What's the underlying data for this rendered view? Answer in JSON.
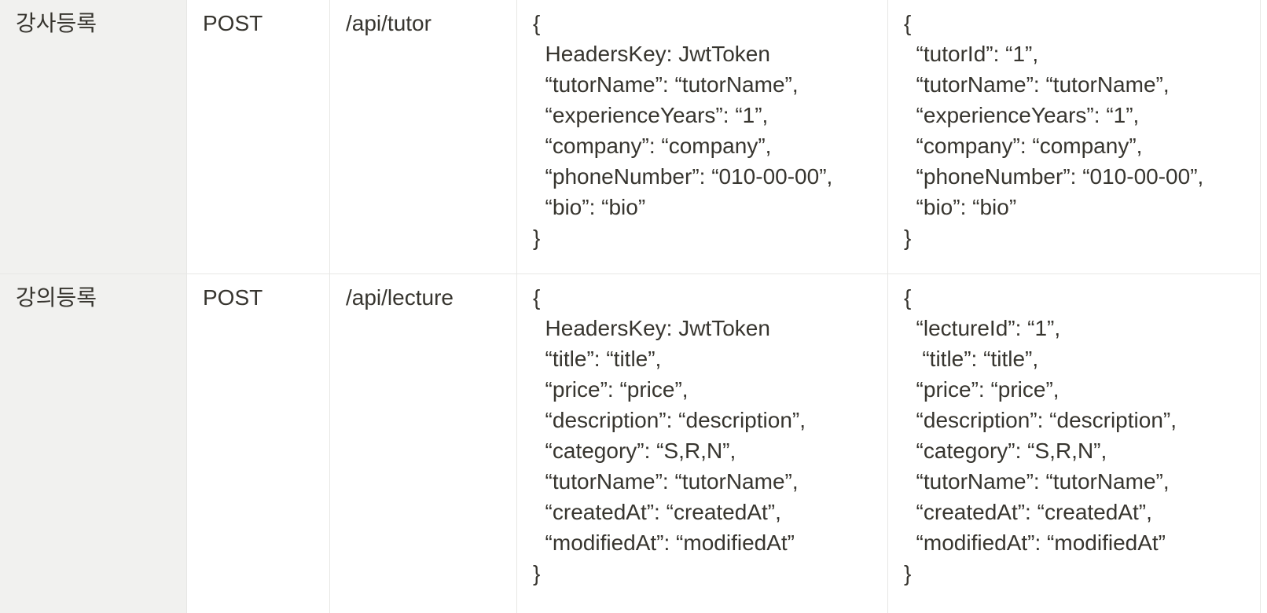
{
  "page": {
    "kind": "api-spec-table",
    "colors": {
      "text": "#37352f",
      "header_column_bg": "#f1f1ef",
      "border": "#e7e7e5",
      "cell_bg": "#ffffff"
    }
  },
  "table": {
    "rows": [
      {
        "name": "강사등록",
        "method": "POST",
        "endpoint": "/api/tutor",
        "request": "{\n  HeadersKey: JwtToken\n  “tutorName”: “tutorName”,\n  “experienceYears”: “1”,\n  “company”: “company”,\n  “phoneNumber”: “010-00-00”,\n  “bio”: “bio”\n}",
        "response": "{\n  “tutorId”: “1”,\n  “tutorName”: “tutorName”,\n  “experienceYears”: “1”,\n  “company”: “company”,\n  “phoneNumber”: “010-00-00”,\n  “bio”: “bio”\n}"
      },
      {
        "name": "강의등록",
        "method": "POST",
        "endpoint": "/api/lecture",
        "request": "{\n  HeadersKey: JwtToken\n  “title”: “title”,\n  “price”: “price”,\n  “description”: “description”,\n  “category”: “S,R,N”,\n  “tutorName”: “tutorName”,\n  “createdAt”: “createdAt”,\n  “modifiedAt”: “modifiedAt”\n}",
        "response": "{\n  “lectureId”: “1”,\n   “title”: “title”,\n  “price”: “price”,\n  “description”: “description”,\n  “category”: “S,R,N”,\n  “tutorName”: “tutorName”,\n  “createdAt”: “createdAt”,\n  “modifiedAt”: “modifiedAt”\n}"
      }
    ]
  }
}
